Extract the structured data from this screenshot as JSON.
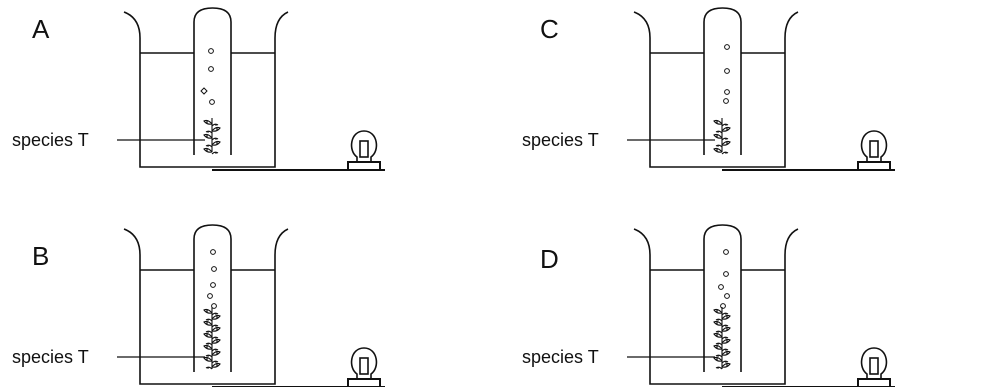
{
  "panels": [
    {
      "id": "A",
      "letter": "A",
      "label": "species T",
      "plant": "small"
    },
    {
      "id": "B",
      "letter": "B",
      "label": "species T",
      "plant": "large"
    },
    {
      "id": "C",
      "letter": "C",
      "label": "species T",
      "plant": "small"
    },
    {
      "id": "D",
      "letter": "D",
      "label": "species T",
      "plant": "large"
    }
  ],
  "icons": {
    "lamp": "light-bulb-icon",
    "plant": "aquatic-plant-icon",
    "bubbles": "gas-bubbles-icon"
  },
  "colors": {
    "ink": "#111111",
    "background": "#ffffff"
  }
}
